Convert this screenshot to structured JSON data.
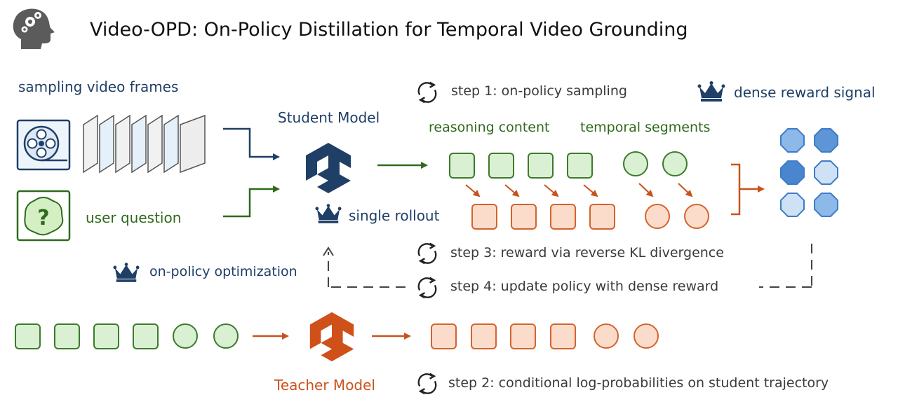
{
  "title": "Video-OPD: On-Policy Distillation for Temporal Video Grounding",
  "labels": {
    "sampling_frames": "sampling video frames",
    "user_question": "user question",
    "student_model": "Student Model",
    "teacher_model": "Teacher Model",
    "reasoning_content": "reasoning content",
    "temporal_segments": "temporal segments",
    "single_rollout": "single rollout",
    "dense_reward_signal": "dense reward signal",
    "on_policy_optimization": "on-policy optimization"
  },
  "steps": {
    "step1": "step 1: on-policy sampling",
    "step2": "step 2: conditional log-probabilities on student trajectory",
    "step3": "step 3: reward via reverse KL divergence",
    "step4": "step 4: update policy with dense reward"
  },
  "icons": {
    "head": "head-with-gears-icon",
    "video": "film-reel-icon",
    "question": "question-badge-icon",
    "model": "model-logo-icon",
    "crown": "crown-icon",
    "cycle": "cycle-arrows-icon"
  },
  "colors": {
    "dark_blue": "#1f3f67",
    "green_fill": "#d9f1d2",
    "green_stroke": "#3d7a2b",
    "green_text": "#2f6a1c",
    "orange_fill": "#fbdccb",
    "orange_stroke": "#d2642e",
    "orange_text": "#c9521c",
    "blue_light": "#cfe1f5",
    "blue_mid": "#8db9e8",
    "blue_dark": "#4a86cf"
  }
}
